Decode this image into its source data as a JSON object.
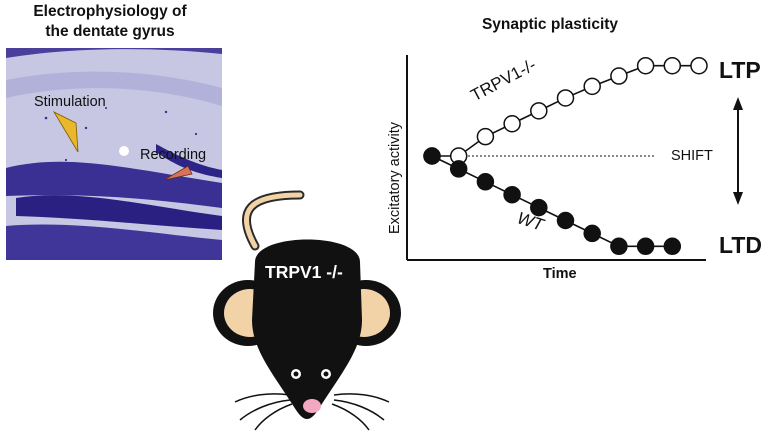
{
  "left_panel": {
    "title_line1": "Electrophysiology of",
    "title_line2": "the dentate gyrus",
    "stimulation_label": "Stimulation",
    "recording_label": "Recording",
    "stim_marker_color": "#e8b82a",
    "rec_marker_color": "#d9725a"
  },
  "right_panel": {
    "title": "Synaptic plasticity",
    "ylabel": "Excitatory activity",
    "xlabel": "Time",
    "ltp_label": "LTP",
    "ltd_label": "LTD",
    "shift_label": "SHIFT",
    "trpv1_line_label": "TRPV1-/-",
    "wt_line_label": "WT"
  },
  "mouse": {
    "label": "TRPV1 -/-",
    "body_color": "#111111",
    "ear_color": "#f2d3a8",
    "nose_color": "#f1a8c0"
  },
  "chart_data": {
    "type": "line",
    "title": "Synaptic plasticity",
    "xlabel": "Time",
    "ylabel": "Excitatory activity",
    "reference_line": "dotted baseline labeled SHIFT",
    "series": [
      {
        "name": "TRPV1-/-",
        "marker": "open-circle",
        "values": [
          0,
          0,
          1.5,
          2.5,
          3.5,
          4.5,
          5.4,
          6.2,
          7.0,
          7.0,
          7.0
        ]
      },
      {
        "name": "WT",
        "marker": "filled-circle",
        "values": [
          0,
          -1.0,
          -2.0,
          -3.0,
          -4.0,
          -5.0,
          -6.0,
          -7.0,
          -7.0,
          -7.0
        ]
      }
    ]
  }
}
